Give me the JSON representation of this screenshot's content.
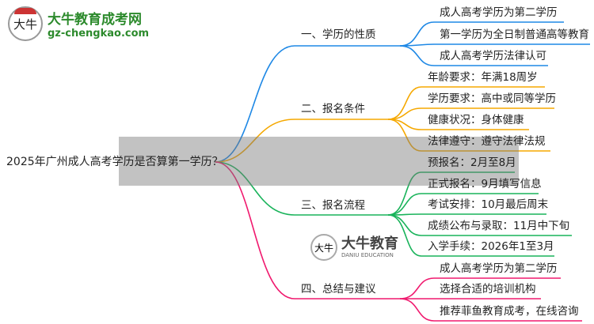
{
  "logo": {
    "mark": "大牛",
    "name": "大牛教育成考网",
    "url": "gz-chengkao.com"
  },
  "watermark": {
    "mark": "大牛",
    "name": "大牛教育",
    "en": "DANIU EDUCATION"
  },
  "root": "2025年广州成人高考学历是否算第一学历？",
  "colors": {
    "b1": "#1e88e5",
    "b2": "#f5a800",
    "b3": "#19b35a",
    "b4": "#f0196e"
  },
  "branches": [
    {
      "label": "一、学历的性质",
      "leaves": [
        "成人高考学历为第二学历",
        "第一学历为全日制普通高等教育",
        "成人高考学历法律认可"
      ]
    },
    {
      "label": "二、报名条件",
      "leaves": [
        "年龄要求：年满18周岁",
        "学历要求：高中或同等学历",
        "健康状况：身体健康",
        "法律遵守：遵守法律法规"
      ]
    },
    {
      "label": "三、报名流程",
      "leaves": [
        "预报名：2月至8月",
        "正式报名：9月填写信息",
        "考试安排：10月最后周末",
        "成绩公布与录取：11月中下旬",
        "入学手续：2026年1至3月"
      ]
    },
    {
      "label": "四、总结与建议",
      "leaves": [
        "成人高考学历为第二学历",
        "选择合适的培训机构",
        "推荐菲鱼教育成考，在线咨询"
      ]
    }
  ]
}
